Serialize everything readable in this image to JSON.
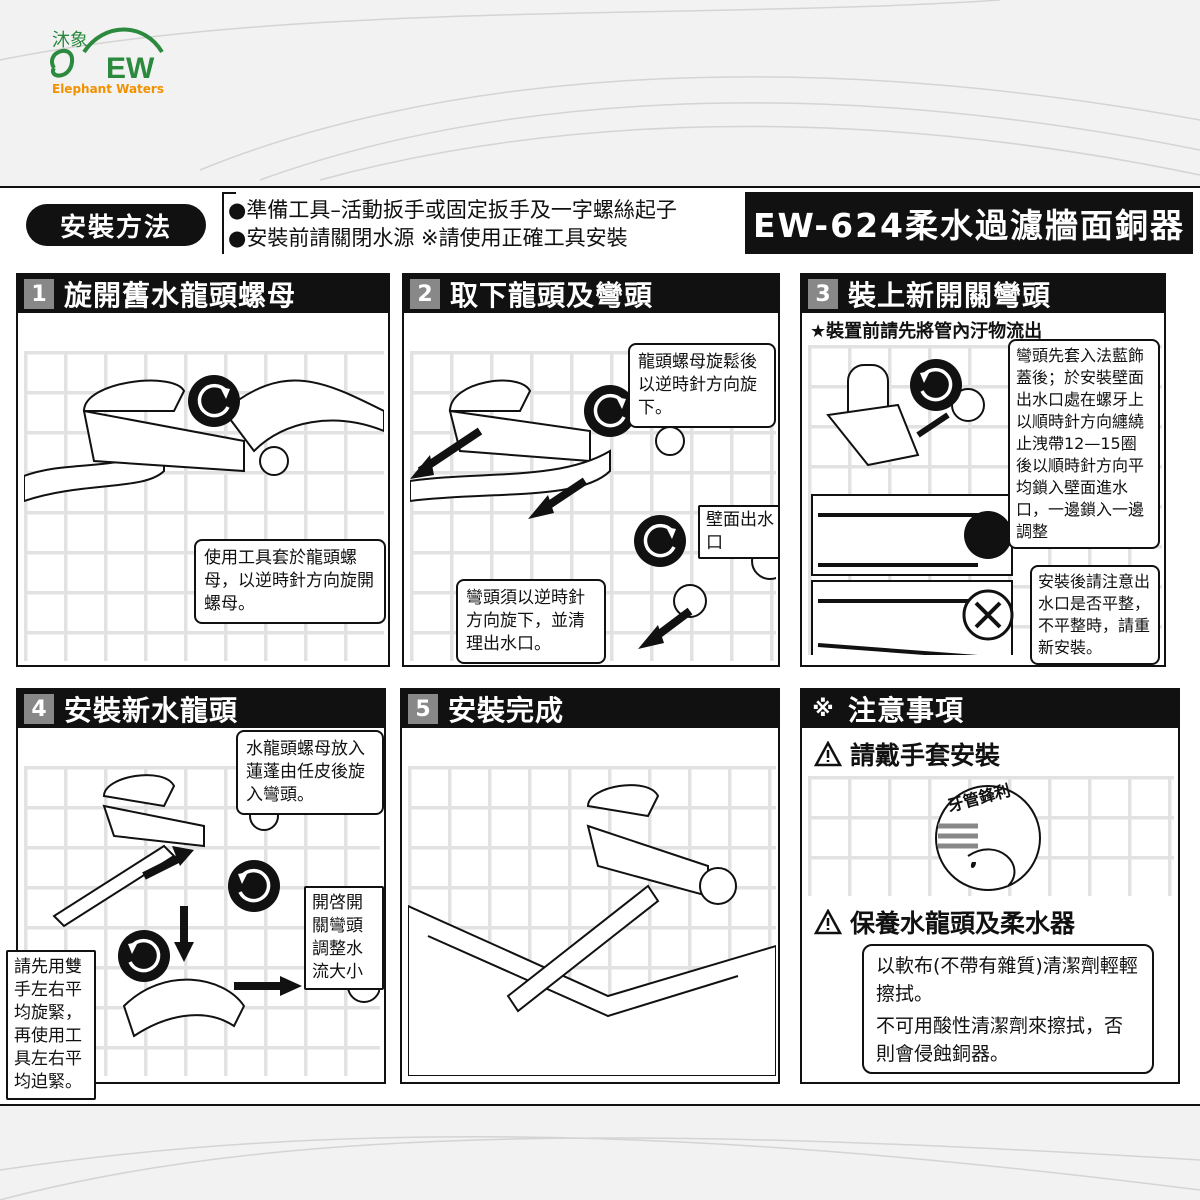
{
  "brand": {
    "name_cn": "沐象",
    "logo_mark": "EW",
    "name_en": "Elephant Waters",
    "colors": {
      "green": "#2b8a3e",
      "orange": "#f29100"
    }
  },
  "header": {
    "method_badge": "安裝方法",
    "prep_line1": "●準備工具–活動扳手或固定扳手及一字螺絲起子",
    "prep_line2": "●安裝前請關閉水源 ※請使用正確工具安裝",
    "product_title": "EW-624柔水過濾牆面銅器"
  },
  "steps": [
    {
      "num": "1",
      "title": "旋開舊水龍頭螺母",
      "callout": "使用工具套於龍頭螺母，以逆時針方向旋開螺母。",
      "icons": [
        "counterclockwise-icon"
      ]
    },
    {
      "num": "2",
      "title": "取下龍頭及彎頭",
      "callout_top": "龍頭螺母旋鬆後以逆時針方向旋下。",
      "wall_label": "壁面出水口",
      "callout_bottom": "彎頭須以逆時針方向旋下，並清理出水口。",
      "icons": [
        "counterclockwise-icon",
        "arrow-icon"
      ]
    },
    {
      "num": "3",
      "title": "裝上新開關彎頭",
      "star_note": "★裝置前請先將管內汙物流出",
      "callout_top": "彎頭先套入法藍飾蓋後；於安裝壁面出水口處在螺牙上以順時針方向纏繞止洩帶12—15圈後以順時針方向平均鎖入壁面進水口，一邊鎖入一邊調整",
      "callout_bottom": "安裝後請注意出水口是否平整，不平整時，請重新安裝。",
      "icons": [
        "check-circle-icon",
        "x-circle-icon"
      ]
    },
    {
      "num": "4",
      "title": "安裝新水龍頭",
      "callout_top": "水龍頭螺母放入蓮蓬由任皮後旋入彎頭。",
      "callout_mid": "開啓開關彎頭調整水流大小",
      "callout_left": "請先用雙手左右平均旋緊，再使用工具左右平均迫緊。",
      "icons": [
        "clockwise-icon",
        "arrow-icon"
      ]
    },
    {
      "num": "5",
      "title": "安裝完成"
    }
  ],
  "notes": {
    "num": "※",
    "title": "注意事項",
    "warning1": "請戴手套安裝",
    "sharp_label": "牙管鋒利",
    "warning2": "保養水龍頭及柔水器",
    "care_line1": "以軟布(不帶有雜質)清潔劑輕輕擦拭。",
    "care_line2": "不可用酸性清潔劑來擦拭，否則會侵蝕銅器。"
  }
}
